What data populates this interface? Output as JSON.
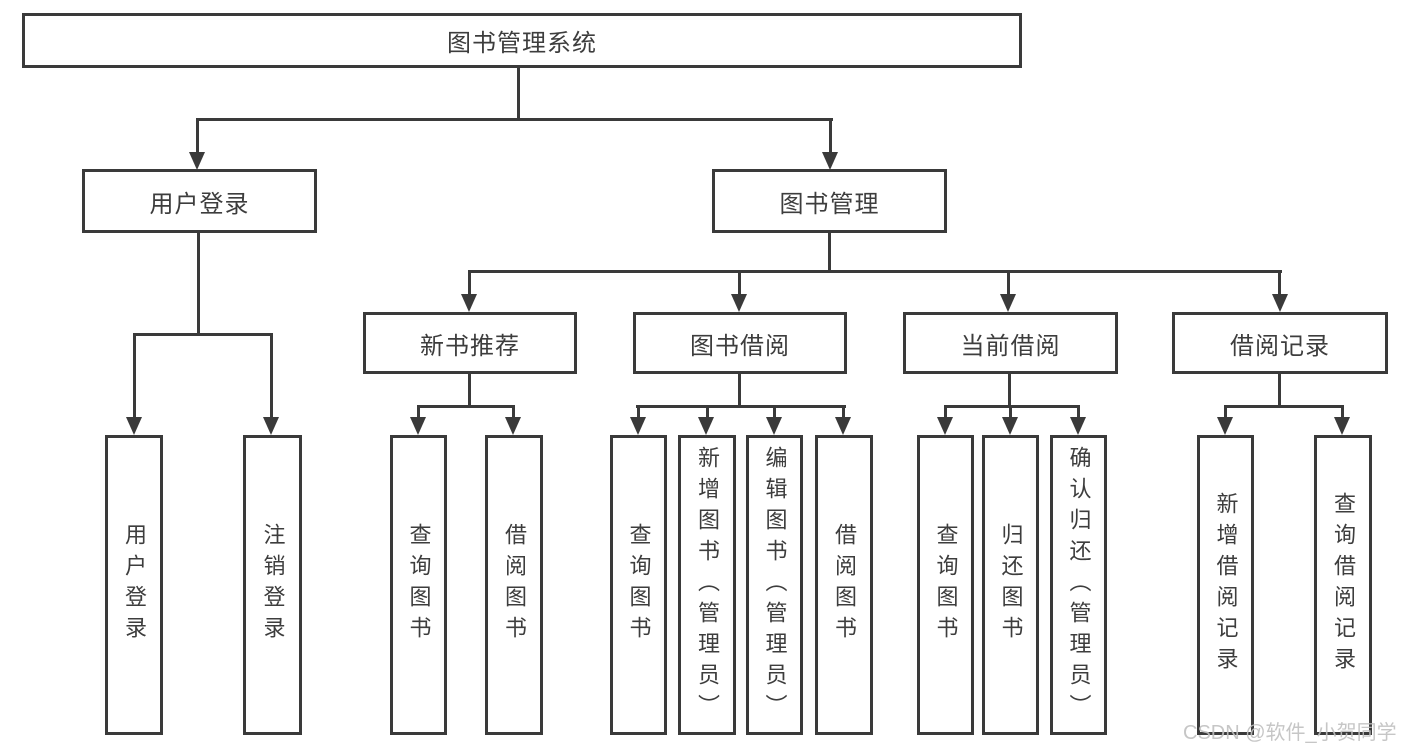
{
  "tree": {
    "root": {
      "label": "图书管理系统"
    },
    "branches": [
      {
        "label": "用户登录",
        "children": [
          {
            "label": "用户登录"
          },
          {
            "label": "注销登录"
          }
        ]
      },
      {
        "label": "图书管理",
        "children": [
          {
            "label": "新书推荐",
            "children": [
              {
                "label": "查询图书"
              },
              {
                "label": "借阅图书"
              }
            ]
          },
          {
            "label": "图书借阅",
            "children": [
              {
                "label": "查询图书"
              },
              {
                "label": "新增图书（管理员）"
              },
              {
                "label": "编辑图书（管理员）"
              },
              {
                "label": "借阅图书"
              }
            ]
          },
          {
            "label": "当前借阅",
            "children": [
              {
                "label": "查询图书"
              },
              {
                "label": "归还图书"
              },
              {
                "label": "确认归还（管理员）"
              }
            ]
          },
          {
            "label": "借阅记录",
            "children": [
              {
                "label": "新增借阅记录"
              },
              {
                "label": "查询借阅记录"
              }
            ]
          }
        ]
      }
    ]
  },
  "watermark": {
    "text": "CSDN @软件_小贺同学"
  },
  "colors": {
    "line": "#3a3a3a",
    "text": "#3d3d3d",
    "watermark": "#c0c0c0",
    "bg": "#ffffff"
  }
}
